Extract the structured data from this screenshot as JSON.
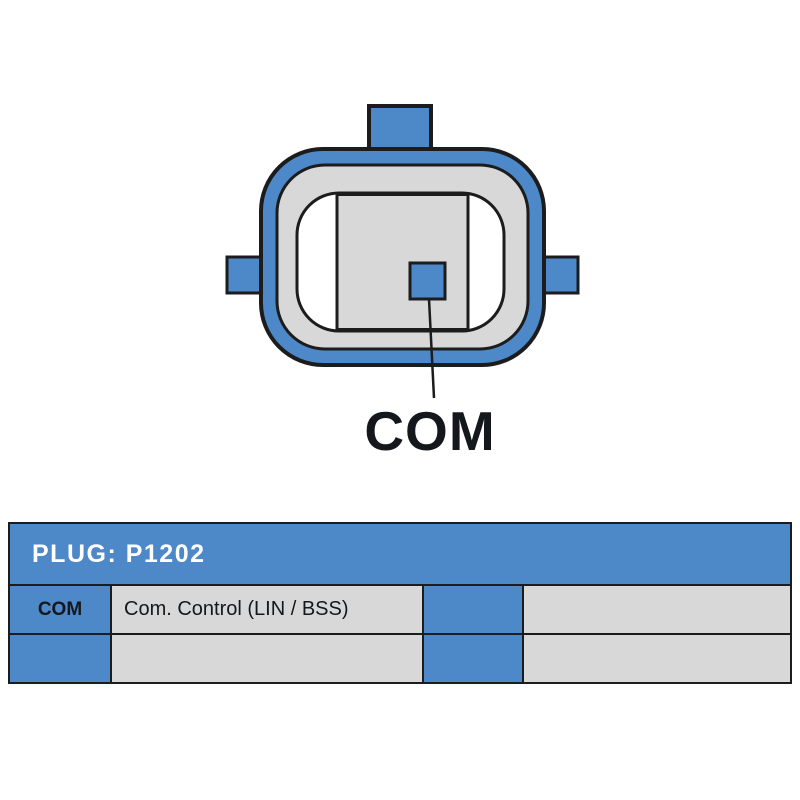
{
  "colors": {
    "blue": "#4d88c8",
    "gray": "#d8d8d8",
    "line": "#1c1c1c",
    "text_dark": "#14181c",
    "text_light": "#ffffff"
  },
  "diagram": {
    "pin_label": "COM"
  },
  "table": {
    "header": "PLUG: P1202",
    "rows": [
      {
        "pin": "COM",
        "function": "Com. Control (LIN / BSS)",
        "col3": "",
        "col4": ""
      },
      {
        "pin": "",
        "function": "",
        "col3": "",
        "col4": ""
      }
    ]
  }
}
